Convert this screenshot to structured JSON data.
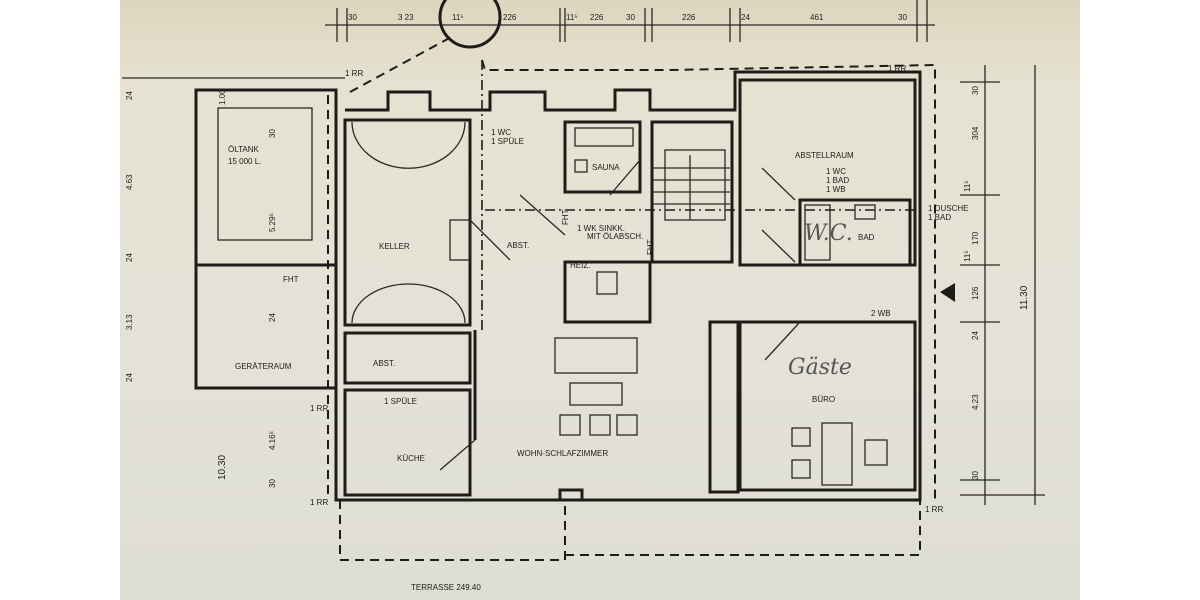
{
  "rooms": {
    "oeltank": "ÖLTANK",
    "oeltank_volume": "15 000 L.",
    "geraeteraum": "GERÄTERAUM",
    "keller": "KELLER",
    "abst_upper": "ABST.",
    "abst_lower": "ABST.",
    "sauna": "SAUNA",
    "heiz": "HEIZ.",
    "abstellraum": "ABSTELLRAUM",
    "bad": "BAD",
    "kueche": "KÜCHE",
    "wohn": "WOHN-SCHLAFZIMMER",
    "buero": "BÜRO",
    "terrasse": "TERRASSE  249.40"
  },
  "annotations": {
    "wc_spuele": [
      "1 WC",
      "1 SPÜLE"
    ],
    "wk": [
      "1 WK  SINKK.",
      "MIT ÖLABSCH."
    ],
    "abstell_fixtures": [
      "1 WC",
      "1 BAD",
      "1 WB"
    ],
    "dusche": [
      "1 DUSCHE",
      "1 BAD"
    ],
    "spuele_kueche": "1 SPÜLE",
    "wb2": "2 WB",
    "rr": "1 RR",
    "fht": "FHT",
    "handwritten_gaeste": "Gäste",
    "handwritten_bad": "W.C."
  },
  "dimensions": {
    "top": [
      "30",
      "3 23",
      "11⁵",
      "226",
      "11⁵",
      "226",
      "30",
      "226",
      "24",
      "461",
      "30"
    ],
    "right": [
      "30",
      "304",
      "11⁵",
      "170",
      "11⁵",
      "126",
      "24",
      "4.23",
      "30"
    ],
    "right_total": "11.30",
    "left": [
      "24",
      "4.63",
      "24",
      "3.13",
      "24"
    ],
    "left_total": "10.30",
    "oeltank_dims": [
      "1.00",
      "30",
      "5.29⁵"
    ],
    "geraete_dims": [
      "24",
      "4.16⁵",
      "30"
    ]
  }
}
